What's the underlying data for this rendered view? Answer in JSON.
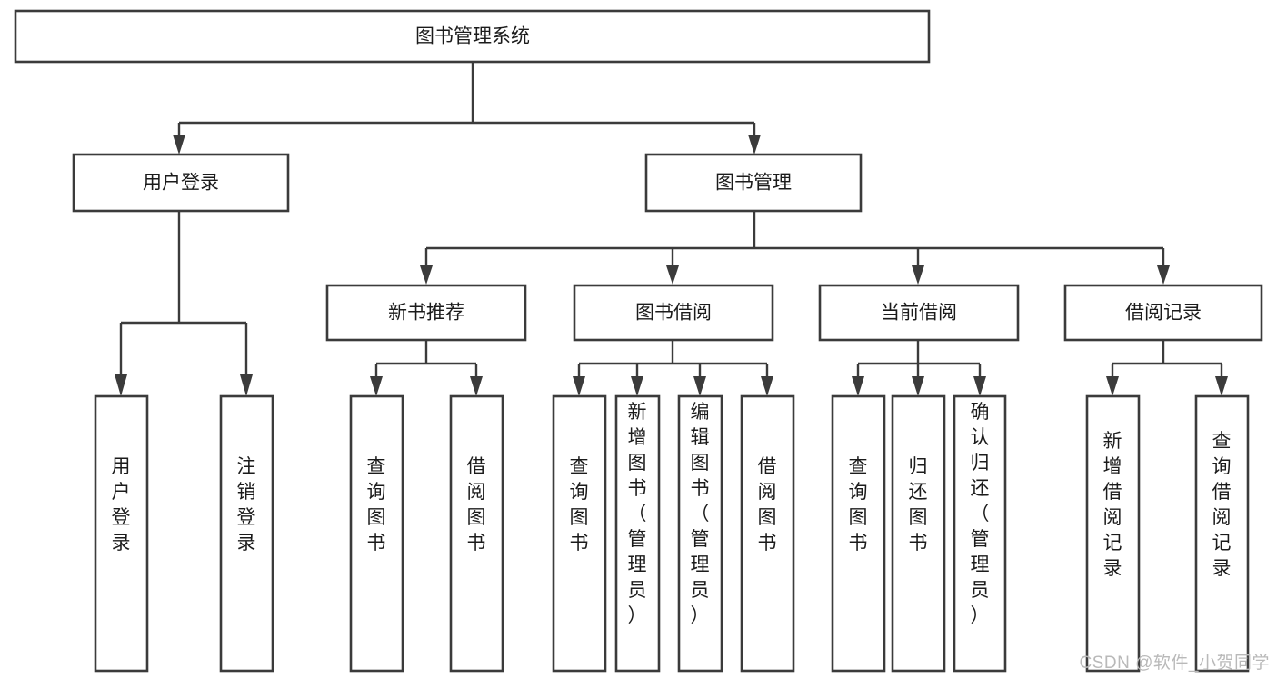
{
  "diagram": {
    "title": "图书管理系统",
    "type": "tree-hierarchy-diagram",
    "colors": {
      "box_stroke": "#3b3b3b",
      "box_fill": "#ffffff",
      "line": "#3b3b3b",
      "text": "#1b1b1b",
      "watermark": "#b9b9b9",
      "background": "#ffffff"
    },
    "root": {
      "label": "图书管理系统"
    },
    "level2": [
      {
        "label": "用户登录"
      },
      {
        "label": "图书管理"
      }
    ],
    "level3": [
      {
        "label": "新书推荐"
      },
      {
        "label": "图书借阅"
      },
      {
        "label": "当前借阅"
      },
      {
        "label": "借阅记录"
      }
    ],
    "leaves": {
      "user_login": [
        {
          "label": "用户登录"
        },
        {
          "label": "注销登录"
        }
      ],
      "new_book_recommend": [
        {
          "label": "查询图书"
        },
        {
          "label": "借阅图书"
        }
      ],
      "book_borrow": [
        {
          "label": "查询图书"
        },
        {
          "label": "新增图书（管理员）"
        },
        {
          "label": "编辑图书（管理员）"
        },
        {
          "label": "借阅图书"
        }
      ],
      "current_borrow": [
        {
          "label": "查询图书"
        },
        {
          "label": "归还图书"
        },
        {
          "label": "确认归还（管理员）"
        }
      ],
      "borrow_record": [
        {
          "label": "新增借阅记录"
        },
        {
          "label": "查询借阅记录"
        }
      ]
    }
  },
  "watermark": {
    "text": "CSDN @软件_小贺同学"
  }
}
